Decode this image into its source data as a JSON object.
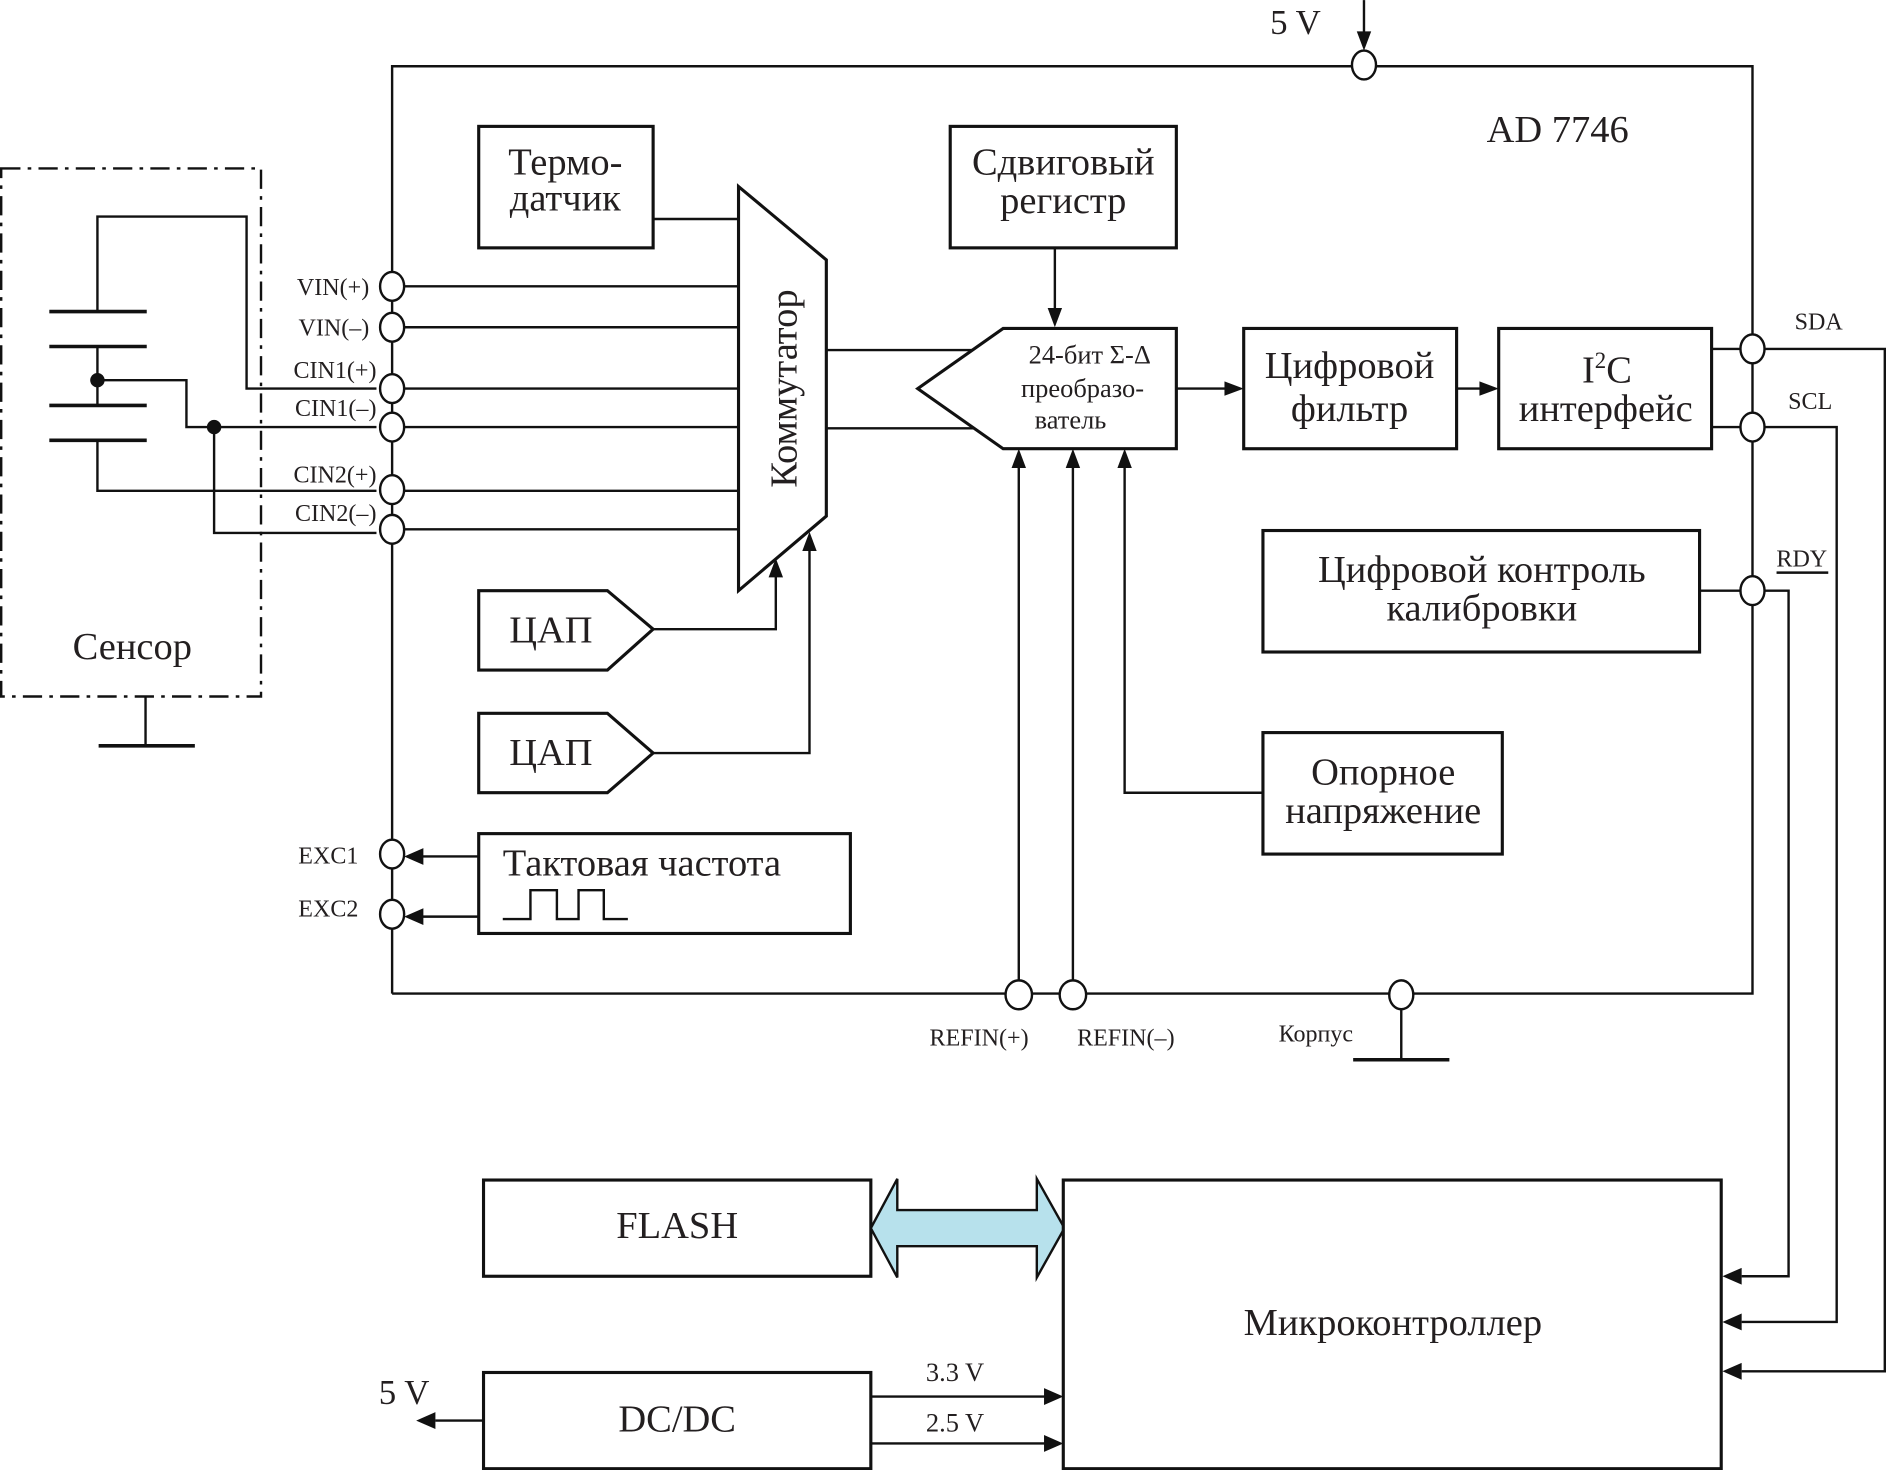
{
  "diagram": {
    "chip_label": "AD 7746",
    "supply_top": "5 V",
    "sensor": {
      "label": "Сенсор"
    },
    "pins_left": {
      "vin_plus": "VIN(+)",
      "vin_minus": "VIN(–)",
      "cin1_plus": "CIN1(+)",
      "cin1_minus": "CIN1(–)",
      "cin2_plus": "CIN2(+)",
      "cin2_minus": "CIN2(–)",
      "exc1": "EXC1",
      "exc2": "EXC2"
    },
    "pins_bottom": {
      "refin_plus": "REFIN(+)",
      "refin_minus": "REFIN(–)",
      "case": "Корпус"
    },
    "pins_right": {
      "sda": "SDA",
      "scl": "SCL",
      "rdy": "RDY"
    },
    "blocks": {
      "thermo": [
        "Термо-",
        "датчик"
      ],
      "mux": "Коммутатор",
      "shift_register": [
        "Сдвиговый",
        "регистр"
      ],
      "adc": [
        "24-бит Σ-Δ",
        "преобразо-",
        "ватель"
      ],
      "digital_filter": [
        "Цифровой",
        "фильтр"
      ],
      "i2c": {
        "main": "I",
        "sup": "2",
        "rest": "C",
        "line2": "интерфейс"
      },
      "calibration": [
        "Цифровой контроль",
        "калибровки"
      ],
      "dac1": "ЦАП",
      "dac2": "ЦАП",
      "reference": [
        "Опорное",
        "напряжение"
      ],
      "clock": "Тактовая частота",
      "flash": "FLASH",
      "mcu": "Микроконтроллер",
      "dcdc": "DC/DC"
    },
    "power": {
      "input": "5 V",
      "out1": "3.3 V",
      "out2": "2.5 V"
    },
    "colors": {
      "bus_arrow": "#b7e1ec",
      "line": "#111111"
    }
  }
}
